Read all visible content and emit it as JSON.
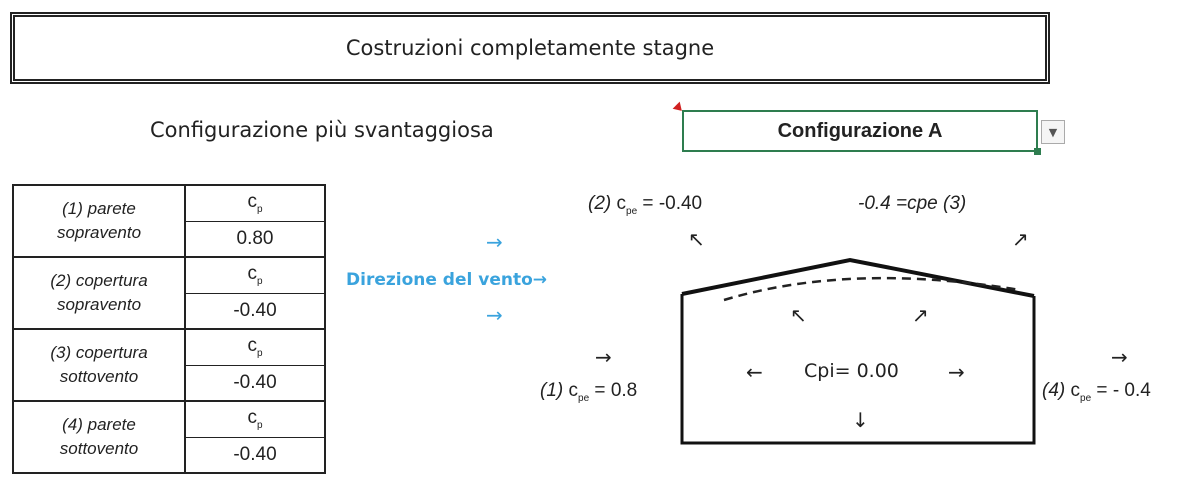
{
  "title": "Costruzioni completamente stagne",
  "config": {
    "label": "Configurazione più svantaggiosa",
    "selected": "Configurazione A"
  },
  "table": {
    "rows": [
      {
        "name_line1": "(1) parete",
        "name_line2": "sopravento",
        "coef_label": "c",
        "coef_sub": "p",
        "value": "0.80"
      },
      {
        "name_line1": "(2) copertura",
        "name_line2": "sopravento",
        "coef_label": "c",
        "coef_sub": "p",
        "value": "-0.40"
      },
      {
        "name_line1": "(3) copertura",
        "name_line2": "sottovento",
        "coef_label": "c",
        "coef_sub": "p",
        "value": "-0.40"
      },
      {
        "name_line1": "(4) parete",
        "name_line2": "sottovento",
        "coef_label": "c",
        "coef_sub": "p",
        "value": "-0.40"
      }
    ]
  },
  "diagram": {
    "wind_label": "Direzione del vento",
    "roof_windward": {
      "prefix": "(2)",
      "sym": "c",
      "sub": "pe",
      "eq": "=",
      "value": "-0.40"
    },
    "roof_leeward": "-0.4 =cpe (3)",
    "wall_windward": {
      "prefix": "(1)",
      "sym": "c",
      "sub": "pe",
      "eq": "=",
      "value": "0.8"
    },
    "wall_leeward": {
      "prefix": "(4)",
      "sym": "c",
      "sub": "pe",
      "eq": "=",
      "value": "- 0.4"
    },
    "internal": "Cpi= 0.00"
  },
  "colors": {
    "wind": "#3aa3dd",
    "select_border": "#2e7d4f"
  }
}
